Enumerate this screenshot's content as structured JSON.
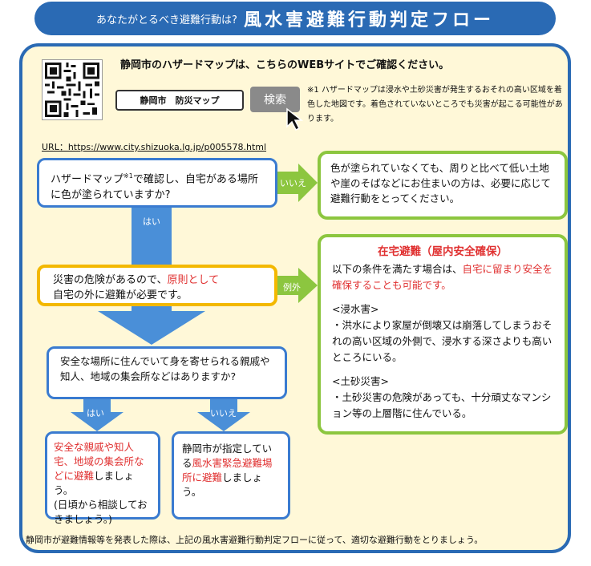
{
  "header": {
    "subtitle": "あなたがとるべき避難行動は?",
    "title": "風水害避難行動判定フロー"
  },
  "intro": {
    "text": "静岡市のハザードマップは、こちらのWEBサイトでご確認ください。",
    "search_query": "静岡市　防災マップ",
    "search_button": "検索",
    "note": "※1 ハザードマップは浸水や土砂災害が発生するおそれの高い区域を着色した地図です。着色されていないところでも災害が起こる可能性があります。",
    "url": "URL：https://www.city.shizuoka.lg.jp/p005578.html"
  },
  "flow": {
    "q1_a": "ハザードマップ",
    "q1_sup": "※1",
    "q1_b": "で確認し、自宅がある場所に色が塗られていますか?",
    "no_label": "いいえ",
    "yes_label": "はい",
    "exception_label": "例外",
    "r1": "色が塗られていなくても、周りと比べて低い土地や崖のそばなどにお住まいの方は、必要に応じて避難行動をとってください。",
    "q2_a": "災害の危険があるので、",
    "q2_red": "原則として",
    "q2_b": "自宅の外に避難が必要です。",
    "r2_title": "在宅避難（屋内安全確保）",
    "r2_intro_a": "以下の条件を満たす場合は、",
    "r2_intro_red": "自宅に留まり安全を確保することも可能です。",
    "r2_flood_head": "<浸水害>",
    "r2_flood": "・洪水により家屋が倒壊又は崩落してしまうおそれの高い区域の外側で、浸水する深さよりも高いところにいる。",
    "r2_landslide_head": "<土砂災害>",
    "r2_landslide": "・土砂災害の危険があっても、十分頑丈なマンション等の上層階に住んでいる。",
    "q3": "安全な場所に住んでいて身を寄せられる親戚や知人、地域の集会所などはありますか?",
    "a1_red": "安全な親戚や知人宅、地域の集会所などに避難",
    "a1_b": "しましょう。",
    "a1_c": "(日頃から相談しておきましょう。)",
    "a2_a": "静岡市が指定している",
    "a2_red": "風水害緊急避難場所に避難",
    "a2_b": "しましょう。"
  },
  "footer": "静岡市が避難情報等を発表した際は、上記の風水害避難行動判定フローに従って、適切な避難行動をとりましょう。",
  "colors": {
    "blue": "#2a6ab4",
    "arrow_blue": "#4a8fd8",
    "green": "#8cc63f",
    "yellow": "#f3b800",
    "red": "#e03030",
    "bg": "#fff8d8"
  }
}
